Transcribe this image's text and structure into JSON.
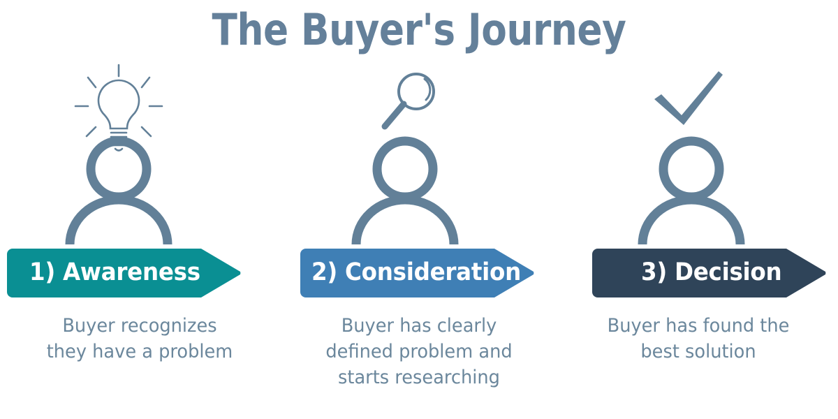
{
  "title": "The Buyer's Journey",
  "colors": {
    "slate": "#628098",
    "title_slate": "#64809a",
    "caption_slate": "#6b879c",
    "stage_1_teal": "#0a8f93",
    "stage_2_blue": "#3f7fb5",
    "stage_3_navy": "#2f4459",
    "banner_text": "#ffffff",
    "background": "#ffffff"
  },
  "stages": [
    {
      "icon": "lightbulb-icon",
      "person": "person-icon",
      "banner_label": "1) Awareness",
      "banner_color": "#0a8f93",
      "caption_lines": [
        "Buyer recognizes",
        "they have a problem"
      ]
    },
    {
      "icon": "magnifying-glass-icon",
      "person": "person-icon",
      "banner_label": "2) Consideration",
      "banner_color": "#3f7fb5",
      "caption_lines": [
        "Buyer has clearly",
        "defined problem and",
        "starts researching"
      ]
    },
    {
      "icon": "checkmark-icon",
      "person": "person-icon",
      "banner_label": "3) Decision",
      "banner_color": "#2f4459",
      "caption_lines": [
        "Buyer has found the",
        "best solution"
      ]
    }
  ]
}
